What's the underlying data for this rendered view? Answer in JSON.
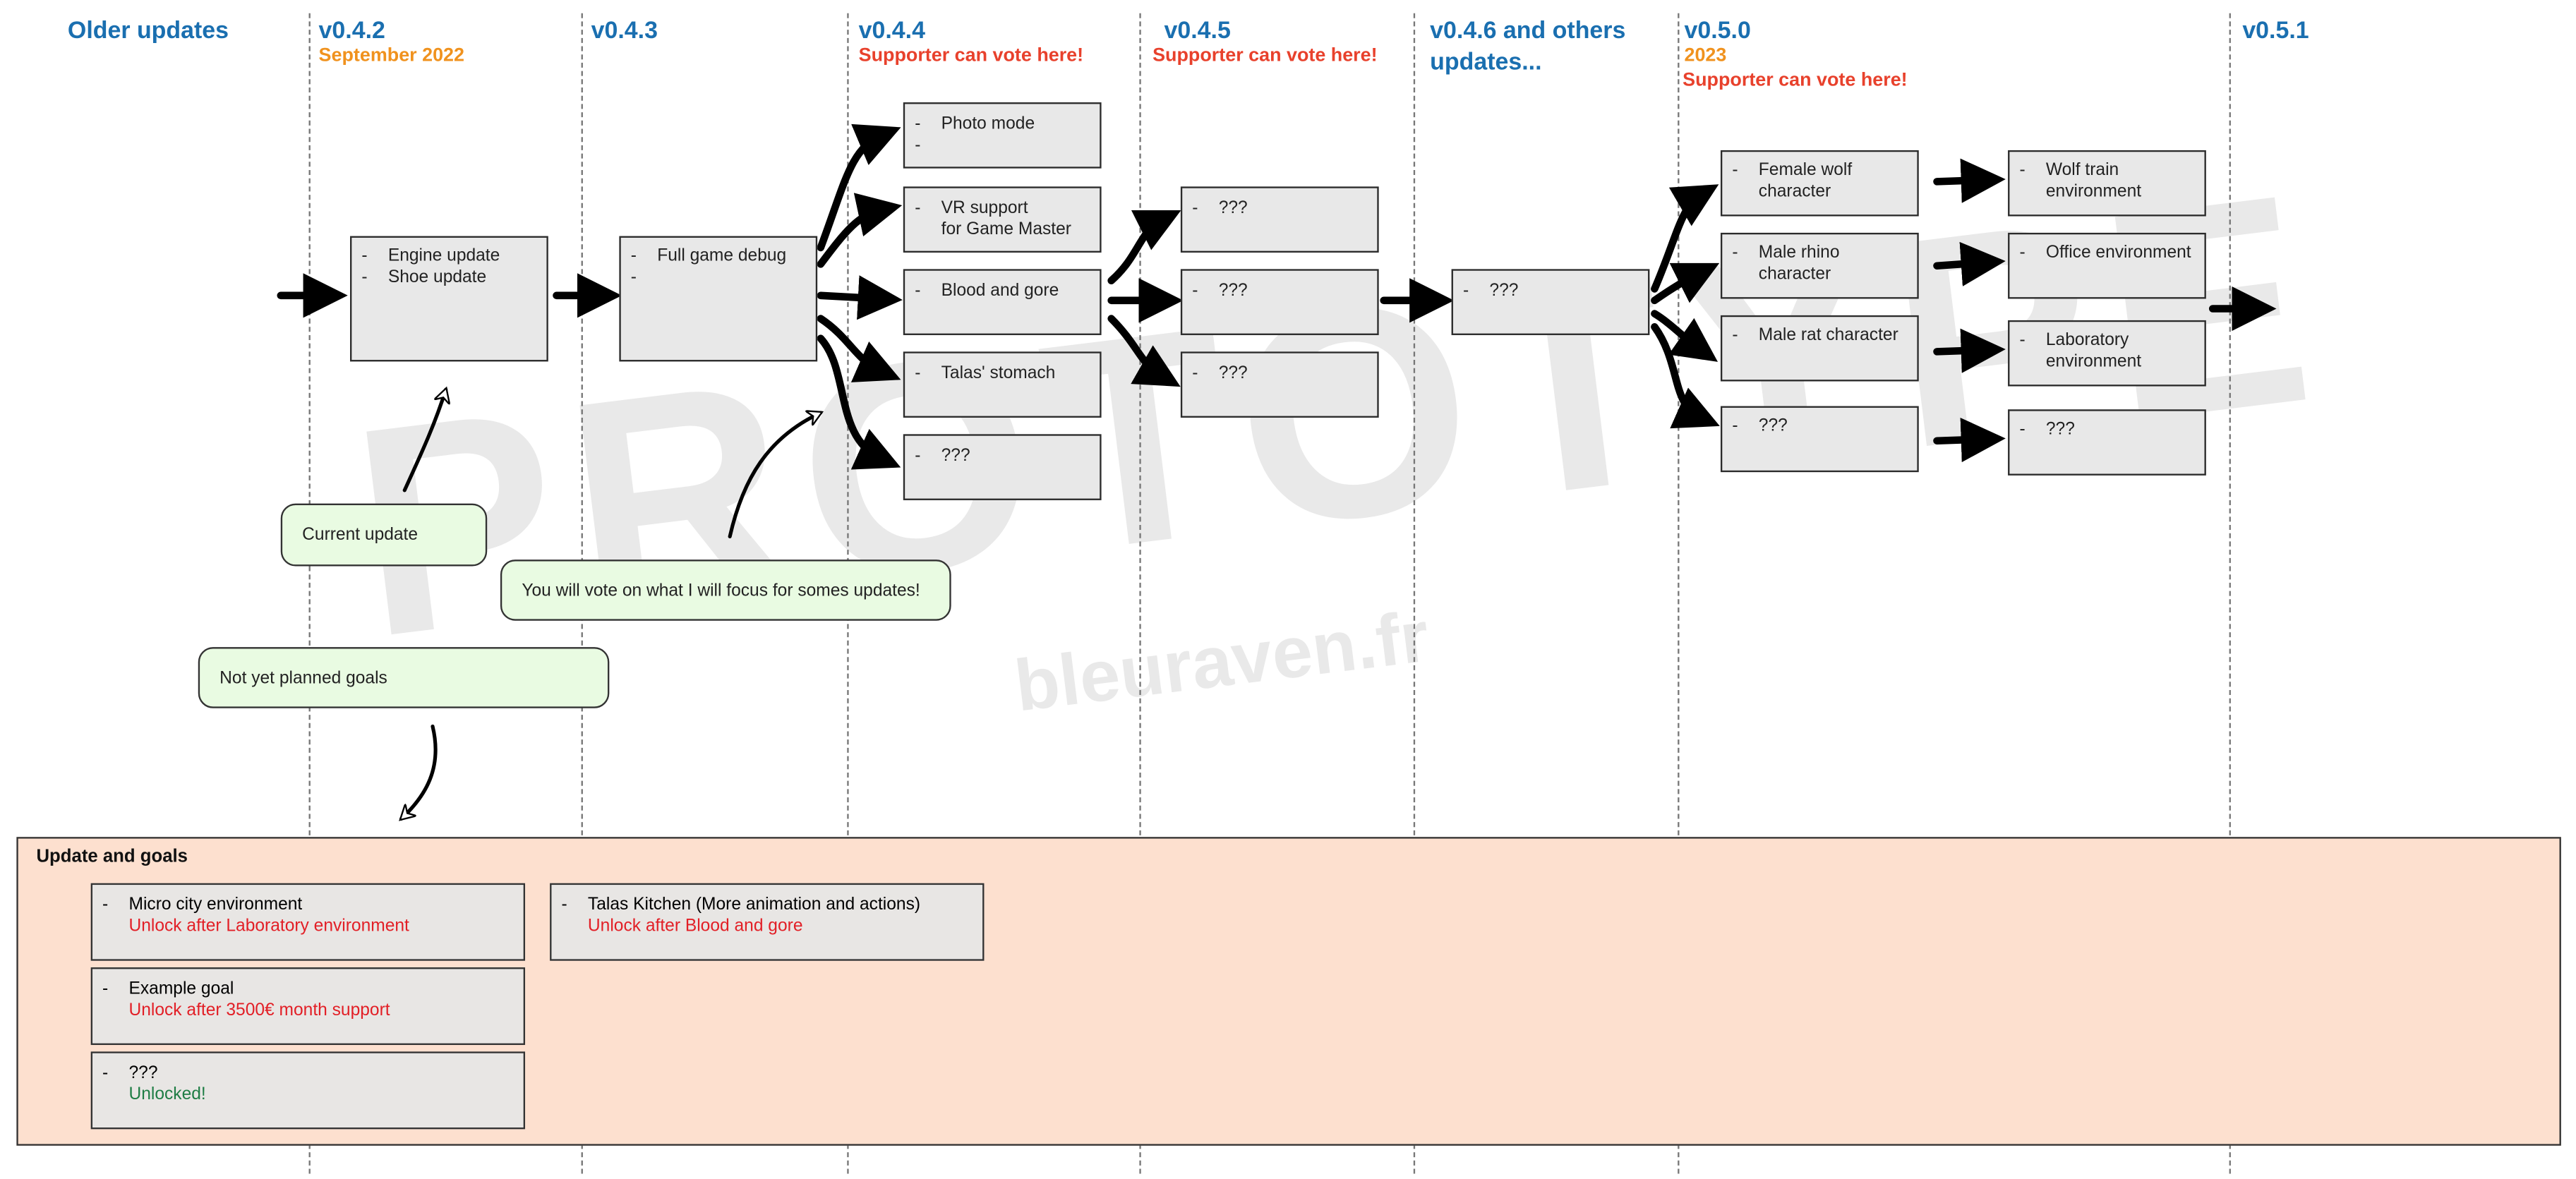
{
  "columns": [
    {
      "id": "older",
      "title": "Older updates"
    },
    {
      "id": "v042",
      "title": "v0.4.2",
      "sub": "September 2022",
      "sub_color": "#f0921e"
    },
    {
      "id": "v043",
      "title": "v0.4.3"
    },
    {
      "id": "v044",
      "title": "v0.4.4",
      "sub": "Supporter can vote here!",
      "sub_color": "#e8412c"
    },
    {
      "id": "v045",
      "title": "v0.4.5",
      "sub": "Supporter can vote here!",
      "sub_color": "#e8412c"
    },
    {
      "id": "v046",
      "title": "v0.4.6 and others updates..."
    },
    {
      "id": "v050",
      "title": "v0.5.0",
      "sub": "2023",
      "sub2": "Supporter can vote here!",
      "sub_color": "#f0921e",
      "sub2_color": "#e8412c"
    },
    {
      "id": "v051",
      "title": "v0.5.1"
    }
  ],
  "boxes": {
    "v042": [
      "Engine update",
      "Shoe update"
    ],
    "v043": [
      "Full game debug",
      ""
    ],
    "v044_photo": [
      "Photo mode",
      ""
    ],
    "v044_vr": [
      "VR support\nfor Game Master"
    ],
    "v044_blood": [
      "Blood and gore"
    ],
    "v044_talas": [
      "Talas' stomach"
    ],
    "v044_unknown": [
      "???"
    ],
    "v045_a": [
      "???"
    ],
    "v045_b": [
      "???"
    ],
    "v045_c": [
      "???"
    ],
    "v046": [
      "???"
    ],
    "v050_wolf": [
      "Female wolf\ncharacter"
    ],
    "v050_rhino": [
      "Male rhino\ncharacter"
    ],
    "v050_rat": [
      "Male rat character"
    ],
    "v050_unknown": [
      "???"
    ],
    "v051_train": [
      "Wolf train\nenvironment"
    ],
    "v051_office": [
      "Office environment"
    ],
    "v051_lab": [
      "Laboratory\nenvironment"
    ],
    "v051_unknown": [
      "???"
    ]
  },
  "legend": {
    "current": "Current update",
    "vote": "You will vote on what I will focus for somes updates!",
    "not_planned": "Not yet planned goals"
  },
  "watermark": {
    "text": "PROTOTYPE",
    "url": "bleuraven.fr"
  },
  "goals": {
    "title": "Update and goals",
    "items": [
      {
        "id": "micro",
        "label": "Micro city environment",
        "status": "Unlock after Laboratory environment",
        "status_color": "red"
      },
      {
        "id": "example",
        "label": "Example goal",
        "status": "Unlock after 3500€ month support",
        "status_color": "red"
      },
      {
        "id": "unknown",
        "label": "???",
        "status": "Unlocked!",
        "status_color": "green"
      },
      {
        "id": "kitchen",
        "label": "Talas Kitchen (More animation and actions)",
        "status": "Unlock after Blood and gore",
        "status_color": "red"
      }
    ]
  },
  "colors": {
    "title": "#1a6fb0",
    "date": "#f0921e",
    "vote": "#e8412c",
    "panel": "#fde0cf",
    "bubble": "#e9fbe2",
    "box": "#e8e8e8"
  }
}
